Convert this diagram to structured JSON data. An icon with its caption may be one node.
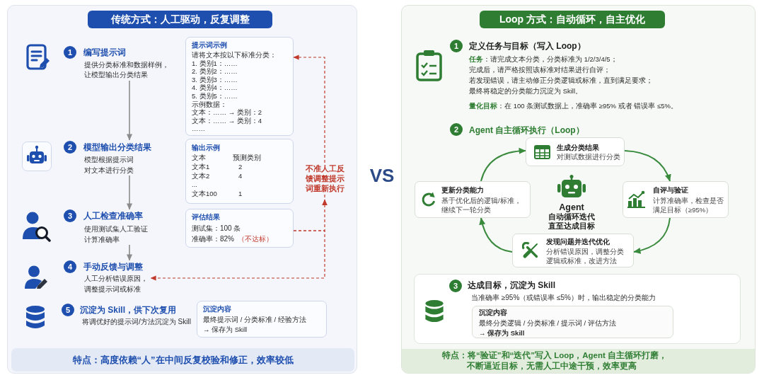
{
  "diagram": {
    "nodes": [
      {
        "text": [
          "传统方式：人工驱动，反复调整"
        ]
      },
      {
        "text": [
          "1",
          "编写提示词",
          "提供分类标准和数据样例，让模型输出分类结果"
        ],
        "in": 0
      },
      {
        "text": [
          "提示词示例",
          "请将文本按以下标准分类：",
          "1. 类别1：……",
          "2. 类别2：……",
          "3. 类别3：……",
          "4. 类别4：……",
          "5. 类别5：……",
          "示例数据：",
          "文本：…… → 类别：2",
          "文本：…… → 类别：4",
          "……"
        ],
        "in": 0
      },
      {
        "text": [
          "2",
          "模型输出分类结果",
          "模型根据提示词对文本进行分类"
        ],
        "in": 0
      },
      {
        "text": [
          "输出示例",
          "文本",
          "预测类别",
          "文本1",
          "2",
          "文本2",
          "4",
          "...",
          "文本100",
          "1"
        ],
        "in": 0
      },
      {
        "text": [
          "3",
          "人工检查准确率",
          "使用测试集人工验证计算准确率"
        ],
        "in": 0
      },
      {
        "text": [
          "评估结果",
          "测试集：100 条",
          "准确率：82%",
          "（不达标）"
        ],
        "in": 0
      },
      {
        "text": [
          "4",
          "手动反馈与调整",
          "人工分析错误原因，调整提示词或标准"
        ],
        "in": 0
      },
      {
        "text": [
          "5",
          "沉淀为 Skill，供下次复用",
          "将调优好的提示词/方法沉淀为 Skill"
        ],
        "in": 0
      },
      {
        "text": [
          "沉淀内容",
          "最终提示词 / 分类标准 / 经验方法",
          "→ 保存为 Skill"
        ],
        "in": 0
      },
      {
        "text": [
          "特点：高度依赖“人”在中间反复校验和修正，效率较低"
        ],
        "in": 0
      },
      {
        "text": [
          "Loop 方式：自动循环，自主优化"
        ]
      },
      {
        "text": [
          "1",
          "定义任务与目标（写入 Loop）",
          "**任务**：请完成文本分类，分类标准为 1/2/3/4/5；",
          "完成后，请严格按照该标准对结果进行自评；",
          "若发现错误，请主动修正分类逻辑或标准，直到满足要求；",
          "最终将稳定的分类能力沉淀为 Skill。",
          "**量化目标**：在 100 条测试数据上，准确率 ≥95% 或者 错误率 ≤5%。"
        ],
        "in": 11
      },
      {
        "text": [
          "2",
          "Agent 自主循环执行（Loop）"
        ],
        "in": 11
      },
      {
        "text": [
          "生成分类结果",
          "对测试数据进行分类"
        ],
        "in": 11
      },
      {
        "text": [
          "更新分类能力",
          "基于优化后的逻辑/标准，继续下一轮分类"
        ],
        "in": 11
      },
      {
        "text": [
          "自评与验证",
          "计算准确率，检查是否满足目标（≥95%）"
        ],
        "in": 11
      },
      {
        "text": [
          "发现问题并迭代优化",
          "分析错误原因，调整分类逻辑或标准，改进方法"
        ],
        "in": 11
      },
      {
        "text": [],
        "shape": "box",
        "in": 11
      },
      {
        "text": [
          "3",
          "达成目标，沉淀为 Skill",
          "当准确率 ≥95%（或错误率 ≤5%）时，输出稳定的分类能力"
        ],
        "in": 18
      },
      {
        "text": [
          "沉淀内容",
          "最终分类逻辑 / 分类标准 / 提示词 / 评估方法",
          "→ 保存为 Skill"
        ],
        "in": 18
      },
      {
        "text": [
          "特点：将“验证”和“迭代”写入 Loop，Agent 自主循环打磨，不断逼近目标，无需人工中途干预，效率更高"
        ],
        "in": 11
      }
    ],
    "edges": [
      {
        "from": 1,
        "to": 3,
        "arrow": "to",
        "color": "#8c8c8c"
      },
      {
        "from": 3,
        "to": 5,
        "arrow": "to",
        "color": "#8c8c8c"
      },
      {
        "from": 5,
        "to": 7,
        "arrow": "to",
        "color": "#8c8c8c"
      },
      {
        "from": 6,
        "to": 2,
        "arrow": "to",
        "label": "不准人工反馈调整提示词重新执行",
        "style": "dashed",
        "color": "#c0392b"
      },
      {
        "from": 6,
        "to": 7,
        "arrow": "to",
        "style": "dashed",
        "color": "#c0392b"
      },
      {
        "from": 14,
        "to": 16,
        "arrow": "to"
      },
      {
        "from": 16,
        "to": 17,
        "arrow": "to"
      },
      {
        "from": 17,
        "to": 15,
        "arrow": "to"
      },
      {
        "from": 15,
        "to": 14,
        "arrow": "to"
      }
    ],
    "labels": [
      "VS",
      "Agent",
      "自动循环迭代直至达成目标"
    ]
  }
}
